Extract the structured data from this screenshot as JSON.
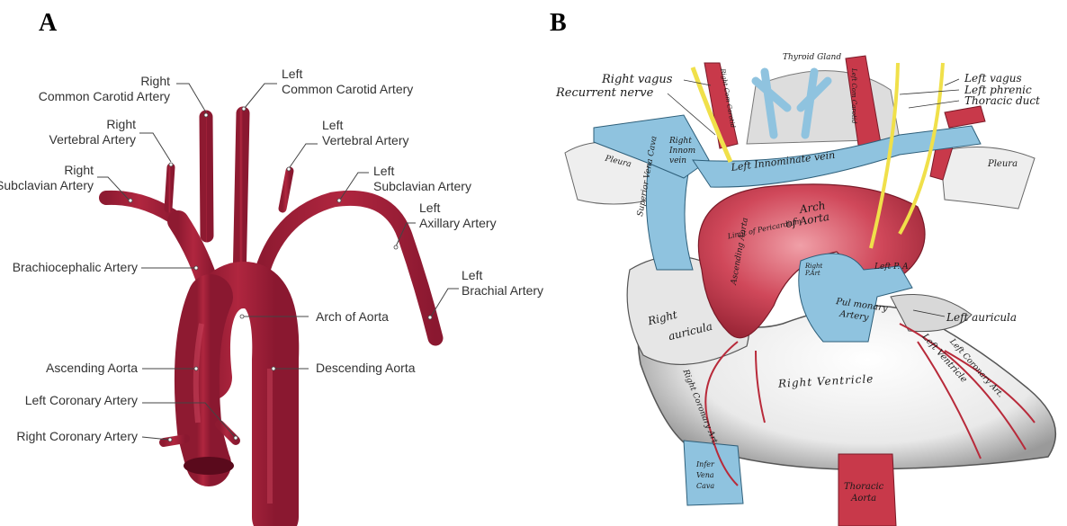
{
  "panels": {
    "a": {
      "letter": "A"
    },
    "b": {
      "letter": "B"
    }
  },
  "panel_a": {
    "right_common_carotid": [
      "Right",
      "Common Carotid Artery"
    ],
    "right_vertebral": [
      "Right",
      "Vertebral Artery"
    ],
    "right_subclavian": [
      "Right",
      "Subclavian Artery"
    ],
    "brachiocephalic": "Brachiocephalic Artery",
    "ascending_aorta": "Ascending Aorta",
    "left_coronary": "Left Coronary Artery",
    "right_coronary": "Right Coronary Artery",
    "left_common_carotid": [
      "Left",
      "Common Carotid Artery"
    ],
    "left_vertebral": [
      "Left",
      "Vertebral Artery"
    ],
    "left_subclavian": [
      "Left",
      "Subclavian Artery"
    ],
    "left_axillary": [
      "Left",
      "Axillary Artery"
    ],
    "left_brachial": [
      "Left",
      "Brachial Artery"
    ],
    "arch_of_aorta": "Arch of Aorta",
    "descending_aorta": "Descending Aorta"
  },
  "panel_b": {
    "right_vagus": "Right vagus",
    "recurrent_nerve": "Recurrent nerve",
    "thyroid_gland": "Thyroid Gland",
    "left_vagus": "Left vagus",
    "left_phrenic": "Left phrenic",
    "thoracic_duct": "Thoracic duct",
    "right_innom_vein": [
      "Right",
      "Innom",
      "vein"
    ],
    "left_innominate_vein": "Left Innominate vein",
    "pleura_left": "Pleura",
    "pleura_right": "Pleura",
    "superior_vena_cava": "Superior Vena Cava",
    "arch_of_aorta": [
      "Arch",
      "of Aorta"
    ],
    "ascending_aorta": "Ascending Aorta",
    "limit_of_pericardium": "Limit of Pericardium",
    "right_p_a": [
      "Right",
      "P.Art"
    ],
    "left_p_a": "Left P. A.",
    "pulmonary_artery": [
      "Pul monary",
      "Artery"
    ],
    "right_auricula": [
      "Right",
      "auricula"
    ],
    "left_auricula": "Left auricula",
    "right_ventricle": "Right Ventricle",
    "left_ventricle": "Left Ventricle",
    "right_coronary_artery": "Right Coronary Art.",
    "inferior_vena_cava": [
      "Infer",
      "Vena",
      "Cava"
    ],
    "thoracic_aorta": [
      "Thoracic",
      "Aorta"
    ],
    "left_common_carotid": "Left Com Carotid",
    "right_common_carotid": "Right Com Carotid",
    "left_coronary_artery": "Left Coronary Art."
  },
  "colors": {
    "artery_a": "#a3203a",
    "artery_b": "#c8394a",
    "vein": "#8fc3df",
    "nerve": "#f0e04a",
    "muscle_grey": "#d9d9d9"
  }
}
